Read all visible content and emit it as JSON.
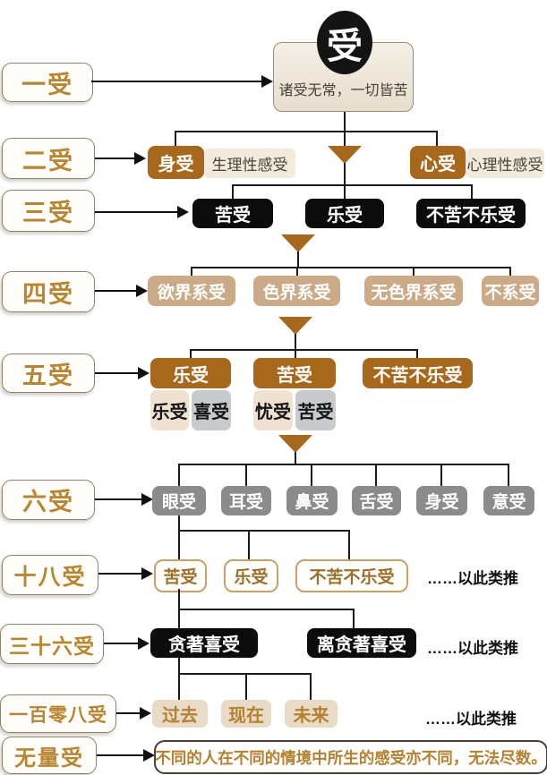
{
  "title_node": {
    "symbol": "受",
    "caption": "诸受无常，一切皆苦"
  },
  "left_labels": [
    "一受",
    "二受",
    "三受",
    "四受",
    "五受",
    "六受",
    "十八受",
    "三十六受",
    "一百零八受",
    "无量受"
  ],
  "two": {
    "body": "身受",
    "body_desc": "生理性感受",
    "mind": "心受",
    "mind_desc": "心理性感受"
  },
  "three": [
    "苦受",
    "乐受",
    "不苦不乐受"
  ],
  "four": [
    "欲界系受",
    "色界系受",
    "无色界系受",
    "不系受"
  ],
  "five": {
    "g1": "乐受",
    "g1s1": "乐受",
    "g1s2": "喜受",
    "g2": "苦受",
    "g2s1": "忧受",
    "g2s2": "苦受",
    "g3": "不苦不乐受"
  },
  "six": [
    "眼受",
    "耳受",
    "鼻受",
    "舌受",
    "身受",
    "意受"
  ],
  "eighteen": {
    "items": [
      "苦受",
      "乐受",
      "不苦不乐受"
    ],
    "note": "……以此类推"
  },
  "thirtysix": {
    "items": [
      "贪著喜受",
      "离贪著喜受"
    ],
    "note": "……以此类推"
  },
  "onehundredeight": {
    "items": [
      "过去",
      "现在",
      "未来"
    ],
    "note": "……以此类推"
  },
  "infinite": {
    "text": "不同的人在不同的情境中所生的感受亦不同，无法尽数。"
  },
  "colors": {
    "accent_brown": "#a8681c",
    "gold_text": "#b9852f",
    "tan_box": "#cbaa87",
    "gray_box": "#8b8b8b",
    "black_box": "#0c0c0c",
    "beige_note": "#f2ebdc",
    "sub_beige": "#efe2d2",
    "sub_gray": "#c7cbcd",
    "light_tan_box": "#e8dcc8",
    "outline_border": "#c9a164"
  }
}
